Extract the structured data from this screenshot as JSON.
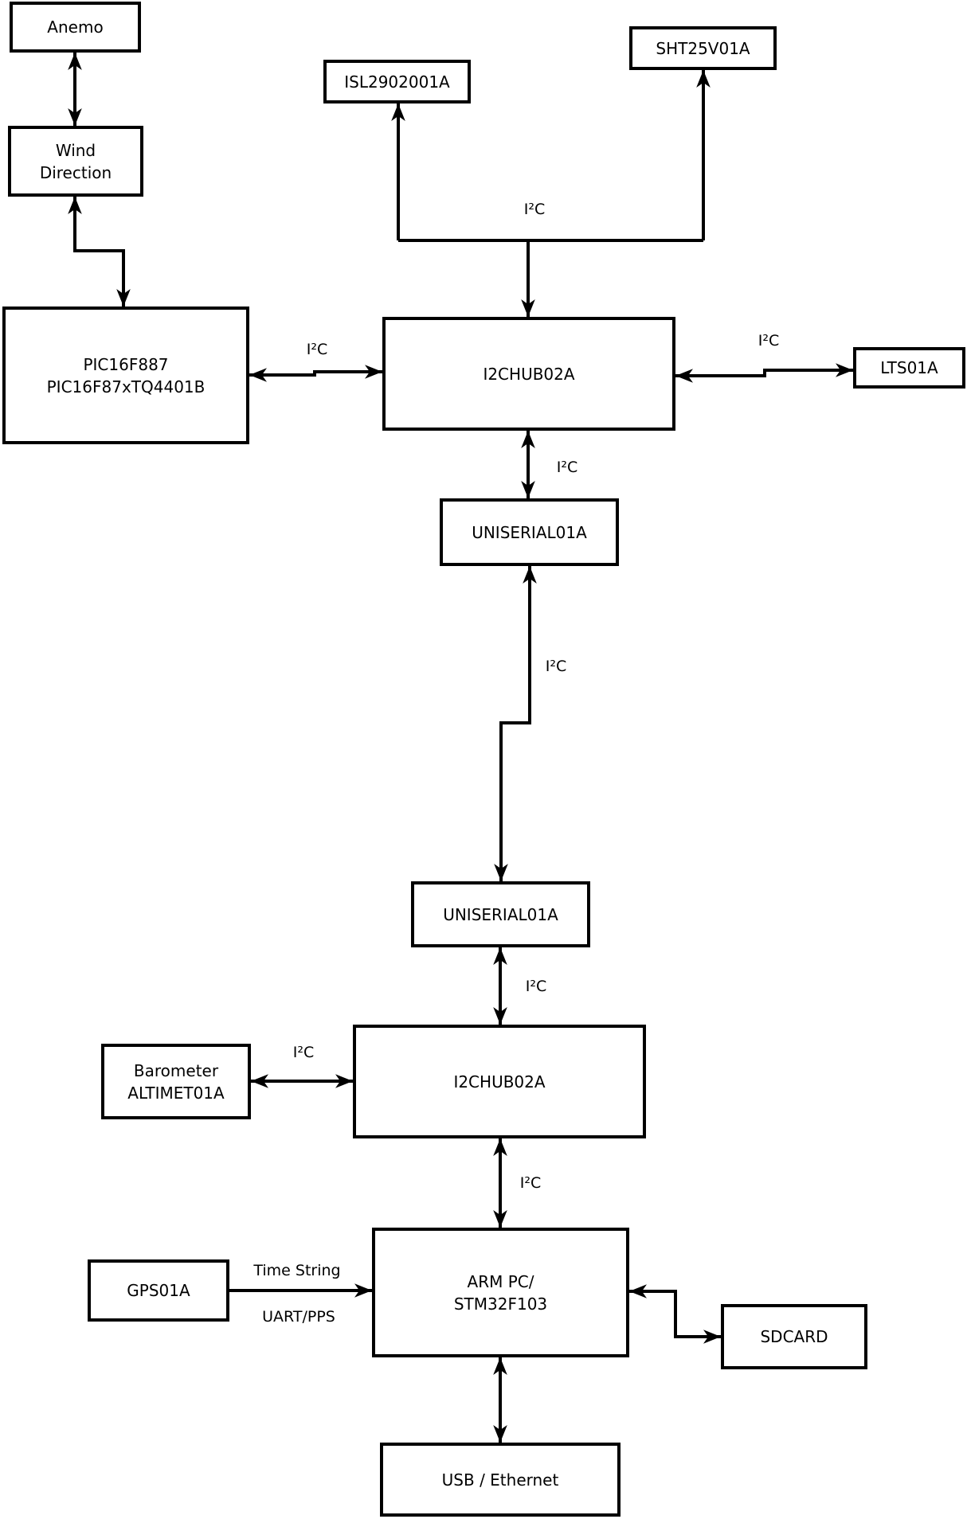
{
  "diagram": {
    "colors": {
      "background": "#ffffff",
      "line": "#000000",
      "box_border": "#000000",
      "box_fill": "#ffffff",
      "text": "#000000"
    },
    "nodes": {
      "anemo": {
        "lines": [
          "Anemo"
        ]
      },
      "wind_direction": {
        "lines": [
          "Wind",
          "Direction"
        ]
      },
      "pic": {
        "lines": [
          "PIC16F887",
          "PIC16F87xTQ4401B"
        ]
      },
      "isl": {
        "lines": [
          "ISL2902001A"
        ]
      },
      "sht": {
        "lines": [
          "SHT25V01A"
        ]
      },
      "i2chub_top": {
        "lines": [
          "I2CHUB02A"
        ]
      },
      "lts": {
        "lines": [
          "LTS01A"
        ]
      },
      "uniserial_top": {
        "lines": [
          "UNISERIAL01A"
        ]
      },
      "uniserial_bottom": {
        "lines": [
          "UNISERIAL01A"
        ]
      },
      "i2chub_bottom": {
        "lines": [
          "I2CHUB02A"
        ]
      },
      "barometer": {
        "lines": [
          "Barometer",
          "ALTIMET01A"
        ]
      },
      "gps": {
        "lines": [
          "GPS01A"
        ]
      },
      "arm_pc": {
        "lines": [
          "ARM PC/",
          "STM32F103"
        ]
      },
      "sdcard": {
        "lines": [
          "SDCARD"
        ]
      },
      "usb_ethernet": {
        "lines": [
          "USB / Ethernet"
        ]
      }
    },
    "edge_labels": {
      "bus_top": "I²C",
      "pic_hub": "I²C",
      "hub_lts": "I²C",
      "hub_uniserial": "I²C",
      "uniserial_uniserial": "I²C",
      "uniserial_hub2": "I²C",
      "barometer_hub2": "I²C",
      "hub2_arm": "I²C",
      "gps_arm_top": "Time String",
      "gps_arm_bottom": "UART/PPS"
    },
    "edges": [
      {
        "from": "anemo",
        "to": "wind_direction",
        "arrows": "both",
        "label": ""
      },
      {
        "from": "wind_direction",
        "to": "pic",
        "arrows": "both",
        "label": ""
      },
      {
        "from": "pic",
        "to": "i2chub_top",
        "arrows": "both",
        "label": "I²C"
      },
      {
        "from": "i2chub_top",
        "to": "isl",
        "arrows": "end",
        "label": "I²C"
      },
      {
        "from": "i2chub_top",
        "to": "sht",
        "arrows": "end",
        "label": "I²C"
      },
      {
        "from": "i2chub_top",
        "to": "lts",
        "arrows": "both",
        "label": "I²C"
      },
      {
        "from": "i2chub_top",
        "to": "uniserial_top",
        "arrows": "both",
        "label": "I²C"
      },
      {
        "from": "uniserial_top",
        "to": "uniserial_bottom",
        "arrows": "both",
        "label": "I²C"
      },
      {
        "from": "uniserial_bottom",
        "to": "i2chub_bottom",
        "arrows": "both",
        "label": "I²C"
      },
      {
        "from": "barometer",
        "to": "i2chub_bottom",
        "arrows": "both",
        "label": "I²C"
      },
      {
        "from": "i2chub_bottom",
        "to": "arm_pc",
        "arrows": "both",
        "label": "I²C"
      },
      {
        "from": "gps",
        "to": "arm_pc",
        "arrows": "end",
        "label": "Time String, UART/PPS"
      },
      {
        "from": "arm_pc",
        "to": "sdcard",
        "arrows": "both",
        "label": ""
      },
      {
        "from": "arm_pc",
        "to": "usb_ethernet",
        "arrows": "both",
        "label": ""
      }
    ]
  }
}
